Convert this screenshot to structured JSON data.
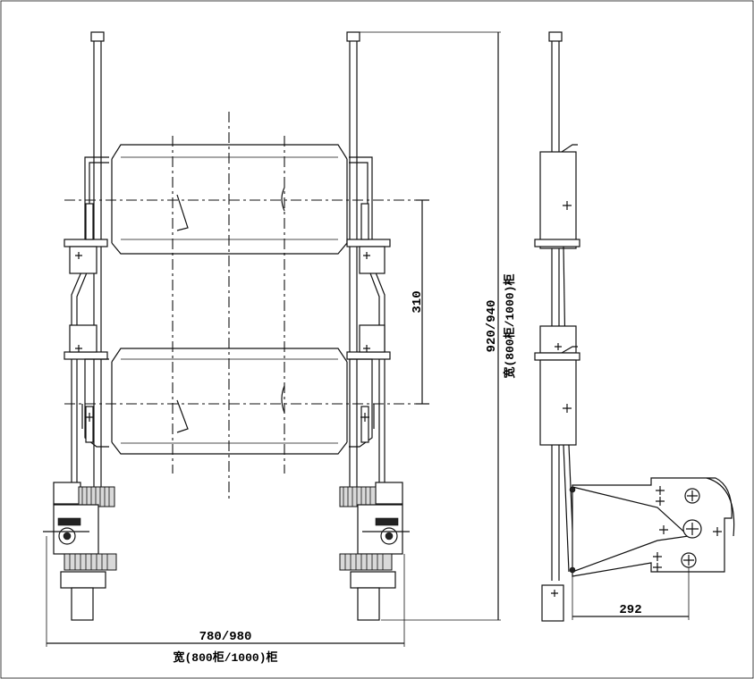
{
  "dimensions": {
    "height": "920/940",
    "depth_label": "宽(800柜/1000)柜",
    "pitch": "310",
    "width": "780/980",
    "width_label": "宽(800柜/1000)柜",
    "side_offset": "292"
  }
}
